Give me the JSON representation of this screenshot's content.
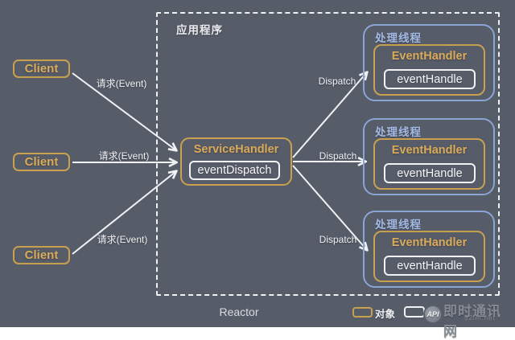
{
  "colors": {
    "background": "#575c69",
    "object_border_orange": "#c9a050",
    "object_text_orange": "#d9ab58",
    "thread_border_blue": "#8ba4d6",
    "thread_text_blue": "#a3bae4",
    "method_white": "#f1f2f4"
  },
  "application_boundary": {
    "label": "应用程序"
  },
  "reactor_caption": "Reactor",
  "clients": [
    {
      "label": "Client"
    },
    {
      "label": "Client"
    },
    {
      "label": "Client"
    }
  ],
  "service_handler": {
    "title": "ServiceHandler",
    "method": "eventDispatch"
  },
  "threads": [
    {
      "label": "处理线程",
      "handler": "EventHandler",
      "method": "eventHandle"
    },
    {
      "label": "处理线程",
      "handler": "EventHandler",
      "method": "eventHandle"
    },
    {
      "label": "处理线程",
      "handler": "EventHandler",
      "method": "eventHandle"
    }
  ],
  "edges": {
    "request_labels": [
      "请求(Event)",
      "请求(Event)",
      "请求(Event)"
    ],
    "dispatch_labels": [
      "Dispatch",
      "Dispatch",
      "Dispatch"
    ]
  },
  "legend": {
    "object_label": "对象"
  },
  "watermark": {
    "logo": "API",
    "site": "即时通讯网",
    "domain": "52im.net"
  }
}
